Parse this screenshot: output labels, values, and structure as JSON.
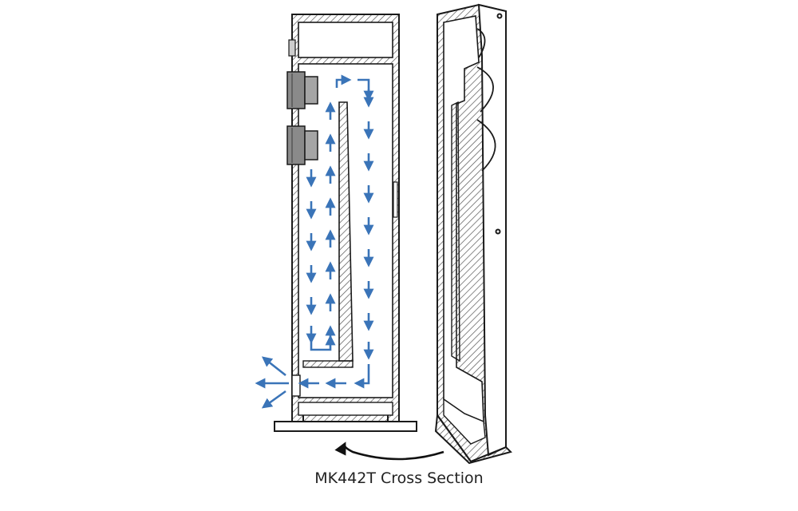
{
  "caption": "MK442T Cross Section",
  "colors": {
    "airflow": "#3a74b8",
    "outline": "#1a1a1a",
    "hatch": "#555555",
    "driver": "#8a8a8a",
    "background": "#ffffff"
  },
  "icons": {
    "airflow": "arrow",
    "rotate": "curved-arrow"
  }
}
